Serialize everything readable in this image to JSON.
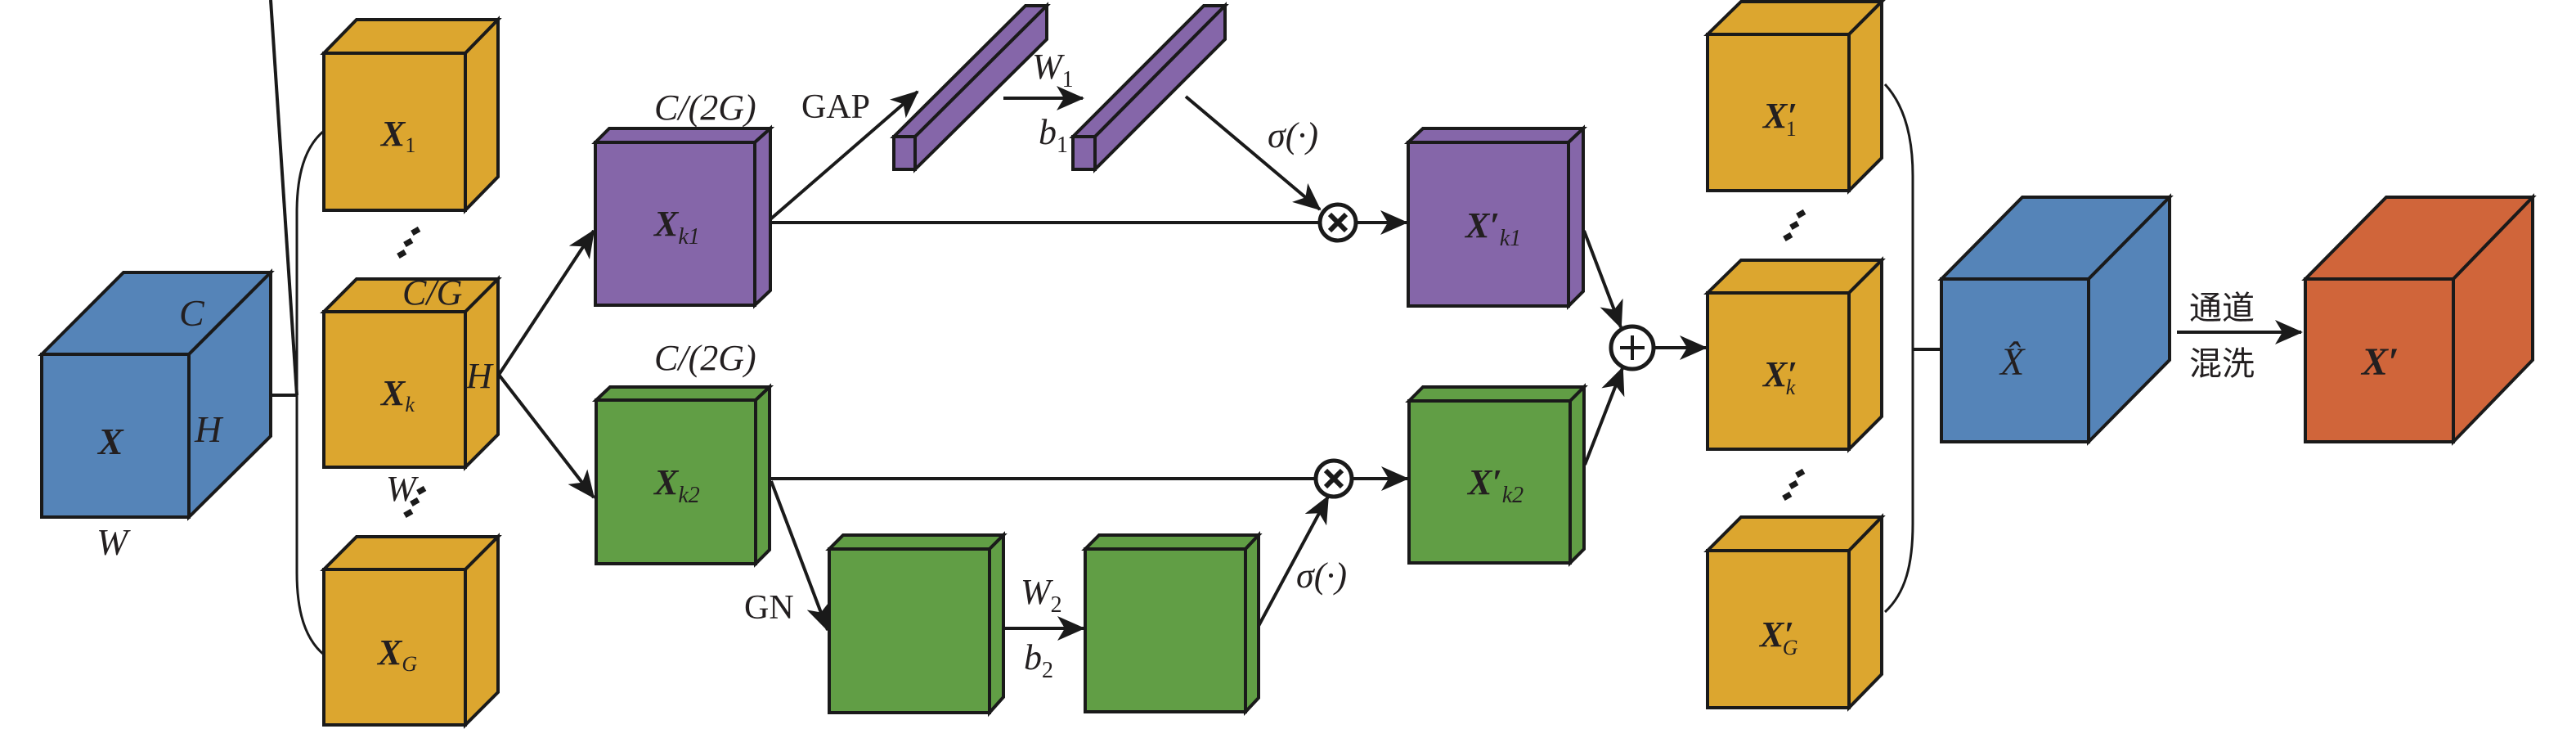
{
  "colors": {
    "blue": "#5584b8",
    "yellow": "#dca62f",
    "purple": "#8566a9",
    "green": "#619e45",
    "orange": "#d0653a",
    "stroke": "#1a1a1a"
  },
  "input": {
    "label": "X",
    "dim_c": "C",
    "dim_h": "H",
    "dim_w": "W"
  },
  "groups": {
    "items": [
      {
        "base": "X",
        "sub": "1"
      },
      {
        "base": "X",
        "sub": "k"
      },
      {
        "base": "X",
        "sub": "G"
      }
    ],
    "dim_cg": "C/G",
    "dim_h": "H",
    "dim_w": "W"
  },
  "channel_branch": {
    "input": {
      "base": "X",
      "sub": "k1"
    },
    "dim_label": "C/(2G)",
    "gap_label": "GAP",
    "weight": {
      "base": "W",
      "sub": "1"
    },
    "bias": {
      "base": "b",
      "sub": "1"
    },
    "activation": "σ(·)",
    "output": {
      "base": "X′",
      "sub": "k1"
    }
  },
  "spatial_branch": {
    "input": {
      "base": "X",
      "sub": "k2"
    },
    "dim_label": "C/(2G)",
    "gn_label": "GN",
    "weight": {
      "base": "W",
      "sub": "2"
    },
    "bias": {
      "base": "b",
      "sub": "2"
    },
    "activation": "σ(·)",
    "output": {
      "base": "X′",
      "sub": "k2"
    }
  },
  "operators": {
    "multiply": "⊗",
    "add": "⊕"
  },
  "outputs": {
    "items": [
      {
        "base": "X′",
        "sub": "1"
      },
      {
        "base": "X′",
        "sub": "k"
      },
      {
        "base": "X′",
        "sub": "G"
      }
    ],
    "aggregate": "X̂",
    "shuffle_label_line1": "通道",
    "shuffle_label_line2": "混洗",
    "final": "X′"
  }
}
